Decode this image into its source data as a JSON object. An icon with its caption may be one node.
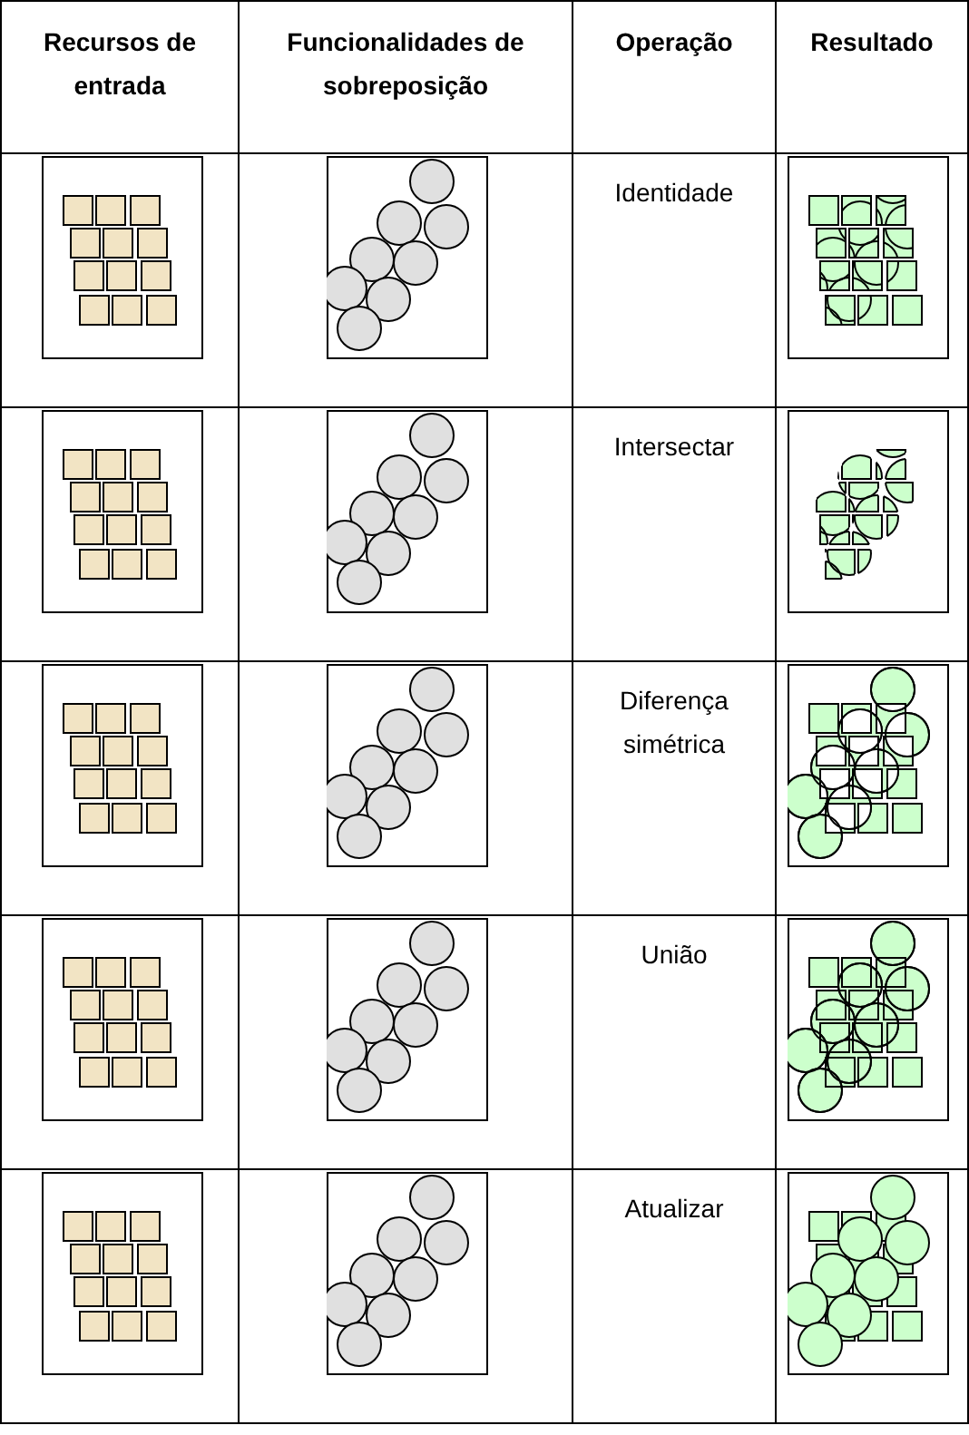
{
  "diagram": {
    "labels": [
      "Recursos de entrada",
      "Funcionalidades de sobreposição",
      "Operação",
      "Resultado",
      "Identidade",
      "Intersectar",
      "Diferença simétrica",
      "União",
      "Atualizar"
    ]
  }
}
